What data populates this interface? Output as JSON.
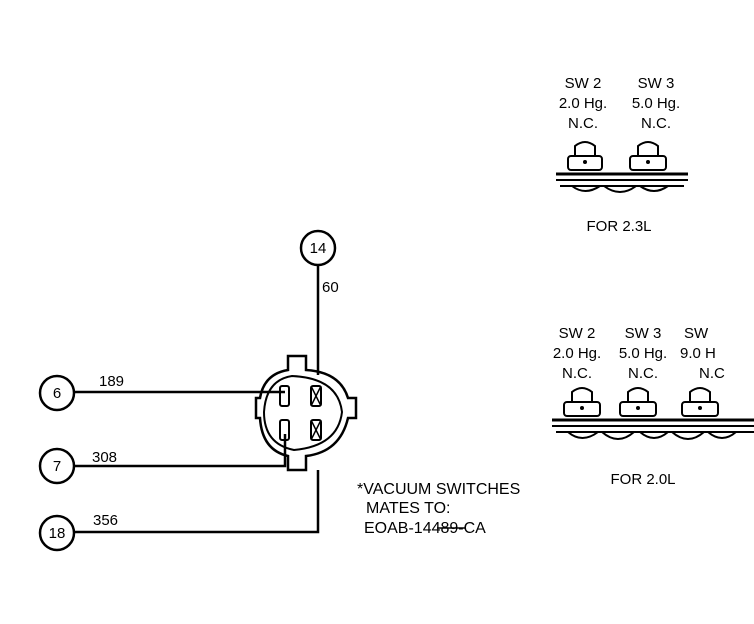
{
  "connector": {
    "nodes": [
      {
        "id": "14",
        "wire": "60"
      },
      {
        "id": "6",
        "wire": "189"
      },
      {
        "id": "7",
        "wire": "308"
      },
      {
        "id": "18",
        "wire": "356"
      }
    ],
    "note_lines": [
      "*VACUUM SWITCHES",
      "MATES TO:",
      "EOAB-14489-CA"
    ]
  },
  "switch_groups": [
    {
      "caption": "FOR 2.3L",
      "switches": [
        {
          "name": "SW 2",
          "vacuum": "2.0 Hg.",
          "state": "N.C."
        },
        {
          "name": "SW 3",
          "vacuum": "5.0 Hg.",
          "state": "N.C."
        }
      ]
    },
    {
      "caption": "FOR 2.0L",
      "switches": [
        {
          "name": "SW 2",
          "vacuum": "2.0 Hg.",
          "state": "N.C."
        },
        {
          "name": "SW 3",
          "vacuum": "5.0 Hg.",
          "state": "N.C."
        },
        {
          "name": "SW",
          "vacuum": "9.0 H",
          "state": "N.C"
        }
      ]
    }
  ]
}
